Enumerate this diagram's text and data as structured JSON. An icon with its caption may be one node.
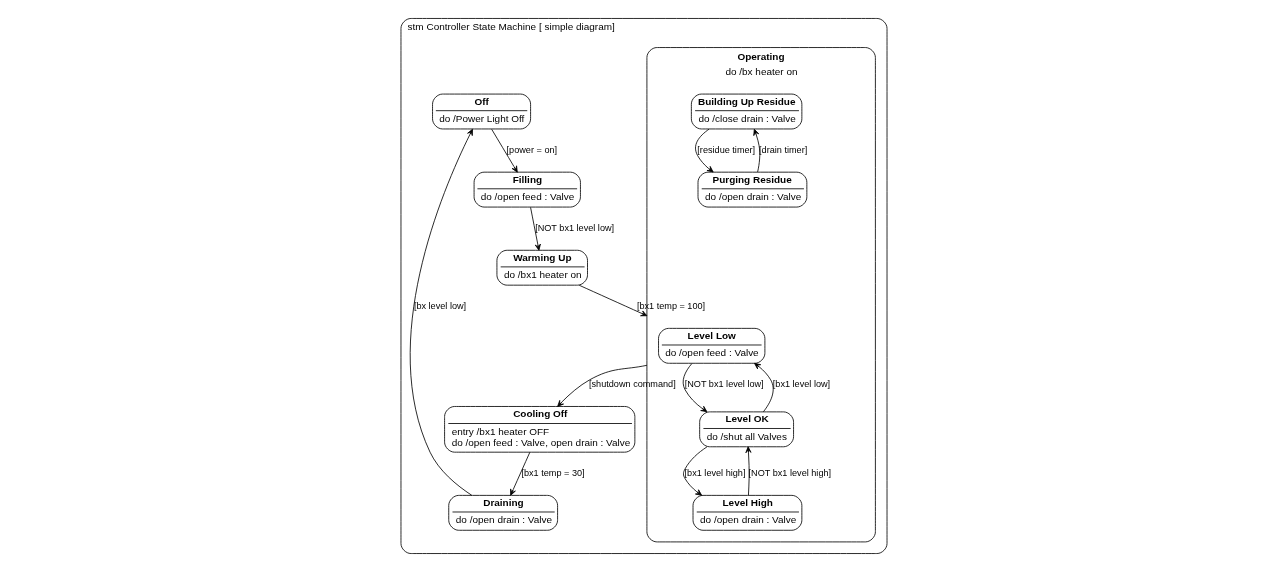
{
  "diagram": {
    "nodes": [
      {
        "text": [
          "stm Controller State Machine [ simple diagram]"
        ]
      },
      {
        "text": [
          "Off",
          "do /Power Light Off"
        ],
        "in": 0
      },
      {
        "text": [
          "Filling",
          "do /open feed : Valve"
        ],
        "in": 0
      },
      {
        "text": [
          "Warming Up",
          "do /bx1 heater on"
        ],
        "in": 0
      },
      {
        "text": [
          "Operating",
          "do /bx heater on"
        ],
        "in": 0
      },
      {
        "text": [
          "Level Low",
          "do /open feed : Valve"
        ],
        "in": 4
      },
      {
        "text": [
          "Level OK",
          "do /shut all Valves"
        ],
        "in": 4
      },
      {
        "text": [
          "Level High",
          "do /open drain : Valve"
        ],
        "in": 4
      },
      {
        "text": [
          "Building Up Residue",
          "do /close drain : Valve"
        ],
        "in": 4
      },
      {
        "text": [
          "Purging Residue",
          "do /open drain : Valve"
        ],
        "in": 4
      },
      {
        "text": [
          "Draining",
          "do /open drain : Valve"
        ],
        "in": 0
      },
      {
        "text": [
          "Cooling Off",
          "entry /bx1 heater OFF",
          "do /open feed : Valve, open drain : Valve"
        ],
        "in": 0
      }
    ],
    "edges": [
      {
        "from": 1,
        "to": 2,
        "arrow": "to",
        "label": "[power = on]"
      },
      {
        "from": 2,
        "to": 3,
        "arrow": "to",
        "label": "[NOT bx1 level low]"
      },
      {
        "from": 3,
        "to": 4,
        "arrow": "to",
        "label": "[bx1 temp = 100]"
      },
      {
        "from": 6,
        "to": 5,
        "arrow": "to",
        "label": "[bx1 level low]"
      },
      {
        "from": 5,
        "to": 6,
        "arrow": "to",
        "label": "[NOT bx1 level low]"
      },
      {
        "from": 6,
        "to": 7,
        "arrow": "to",
        "label": "[bx1 level high]"
      },
      {
        "from": 7,
        "to": 6,
        "arrow": "to",
        "label": "[NOT bx1 level high]"
      },
      {
        "from": 8,
        "to": 9,
        "arrow": "to",
        "label": "[residue timer]"
      },
      {
        "from": 9,
        "to": 8,
        "arrow": "to",
        "label": "[drain timer]"
      },
      {
        "from": 4,
        "to": 11,
        "arrow": "to",
        "label": "[shutdown command]"
      },
      {
        "from": 11,
        "to": 10,
        "arrow": "to",
        "label": "[bx1 temp = 30]"
      },
      {
        "from": 10,
        "to": 1,
        "arrow": "to",
        "label": "[bx level low]"
      }
    ]
  }
}
